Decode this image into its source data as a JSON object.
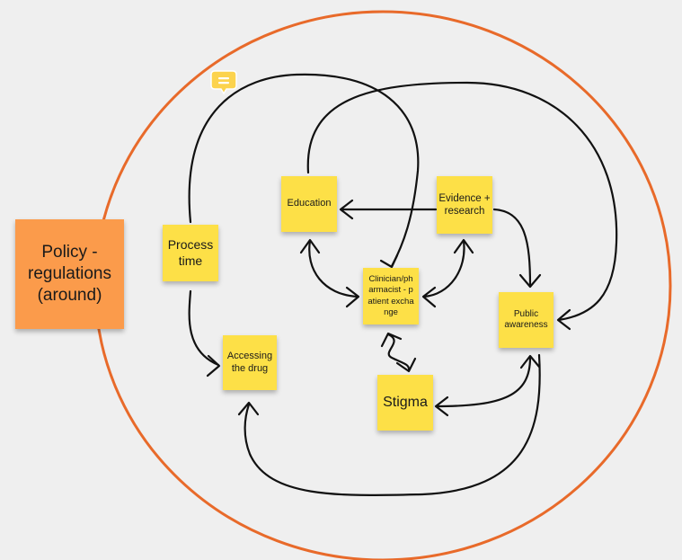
{
  "board": {
    "background": "#efefef",
    "boundary_color": "#e86a2a",
    "line_color": "#111111",
    "sticky_color": "#fde047",
    "policy_color": "#fb9b4b",
    "comment_icon": "comment-icon",
    "comment_color": "#fcd34d"
  },
  "notes": {
    "policy": "Policy - regulations (around)",
    "process_time": "Process time",
    "education": "Education",
    "evidence": "Evidence + research",
    "exchange": "Clinician/pharmacist - patient exchange",
    "public_awareness": "Public awareness",
    "accessing": "Accessing the drug",
    "stigma": "Stigma"
  }
}
